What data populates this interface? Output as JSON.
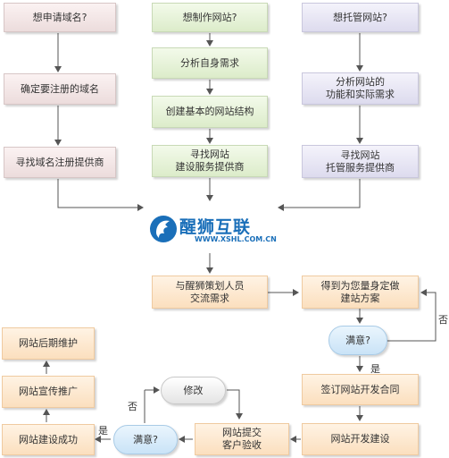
{
  "nodes": {
    "apply_domain": "想申请域名?",
    "confirm_domain": "确定要注册的域名",
    "find_registrar": "寻找域名注册提供商",
    "make_site": "想制作网站?",
    "analyze_needs": "分析自身需求",
    "create_structure": "创建基本的网站结构",
    "find_builder": "寻找网站\n建设服务提供商",
    "host_site": "想托管网站?",
    "analyze_hosting": "分析网站的\n功能和实际需求",
    "find_host": "寻找网站\n托管服务提供商",
    "plan_with": "与醒狮策划人员\n交流需求",
    "custom_plan": "得到为您量身定做\n建站方案",
    "satisfied_1": "满意?",
    "sign_contract": "签订网站开发合同",
    "develop": "网站开发建设",
    "submit_accept": "网站提交\n客户验收",
    "satisfied_2": "满意?",
    "modify": "修改",
    "success": "网站建设成功",
    "promote": "网站宣传推广",
    "maintain": "网站后期维护"
  },
  "labels": {
    "no_right": "否",
    "yes_1": "是",
    "no_left": "否",
    "yes_2": "是"
  },
  "logo": {
    "name": "醒狮互联",
    "url": "WWW.XSHL.COM.CN"
  },
  "colors": {
    "pink": "#ecdcdc",
    "green": "#dcecca",
    "purple": "#dddbee",
    "orange": "#fbdfbe",
    "blue_pill": "#c9e3f7",
    "brand": "#1a6fb9",
    "line": "#555555"
  }
}
